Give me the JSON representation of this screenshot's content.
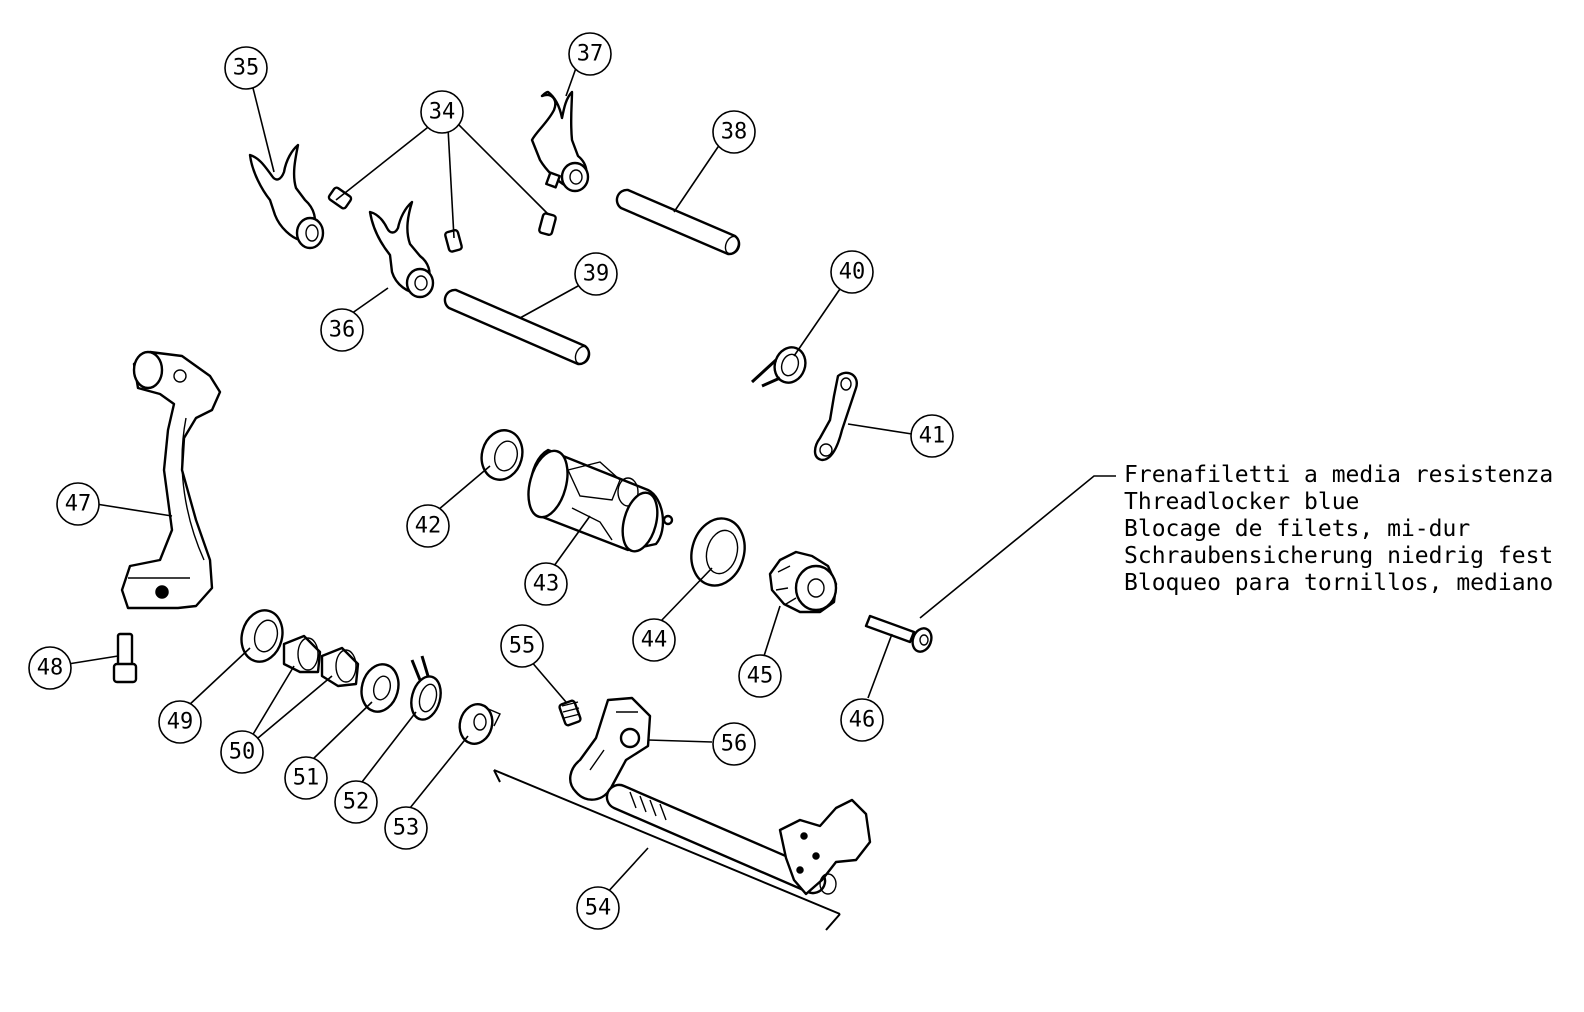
{
  "callouts": {
    "c34": "34",
    "c35": "35",
    "c36": "36",
    "c37": "37",
    "c38": "38",
    "c39": "39",
    "c40": "40",
    "c41": "41",
    "c42": "42",
    "c43": "43",
    "c44": "44",
    "c45": "45",
    "c46": "46",
    "c47": "47",
    "c48": "48",
    "c49": "49",
    "c50": "50",
    "c51": "51",
    "c52": "52",
    "c53": "53",
    "c54": "54",
    "c55": "55",
    "c56": "56"
  },
  "note": {
    "lines": [
      "Frenafiletti a media resistenza",
      "Threadlocker blue",
      "Blocage de filets, mi-dur",
      "Schraubensicherung niedrig fest",
      "Bloqueo para tornillos, mediano"
    ]
  }
}
